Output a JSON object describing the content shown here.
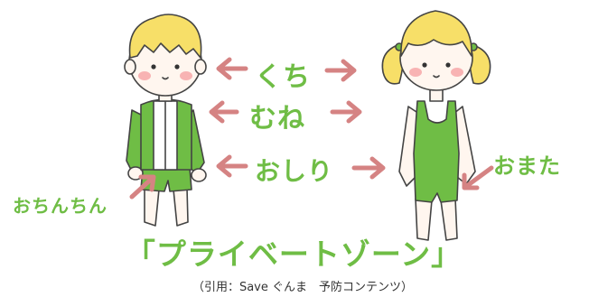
{
  "labels": {
    "mouth": "くち",
    "chest": "むね",
    "buttocks": "おしり",
    "crotch": "おまた",
    "penis": "おちんちん"
  },
  "title": "「プライベートゾーン」",
  "credit": "（引用：Save ぐんま　予防コンテンツ）",
  "colors": {
    "green": "#6fbd45",
    "pink_arrow": "#d58383",
    "hair": "#f7df68",
    "skin": "#fff6ef",
    "cheek": "#f8b3b3",
    "outline": "#444444"
  },
  "icons": [
    "boy-figure",
    "girl-figure",
    "arrow-left-icon",
    "arrow-right-icon",
    "arrow-diagonal-icon"
  ]
}
